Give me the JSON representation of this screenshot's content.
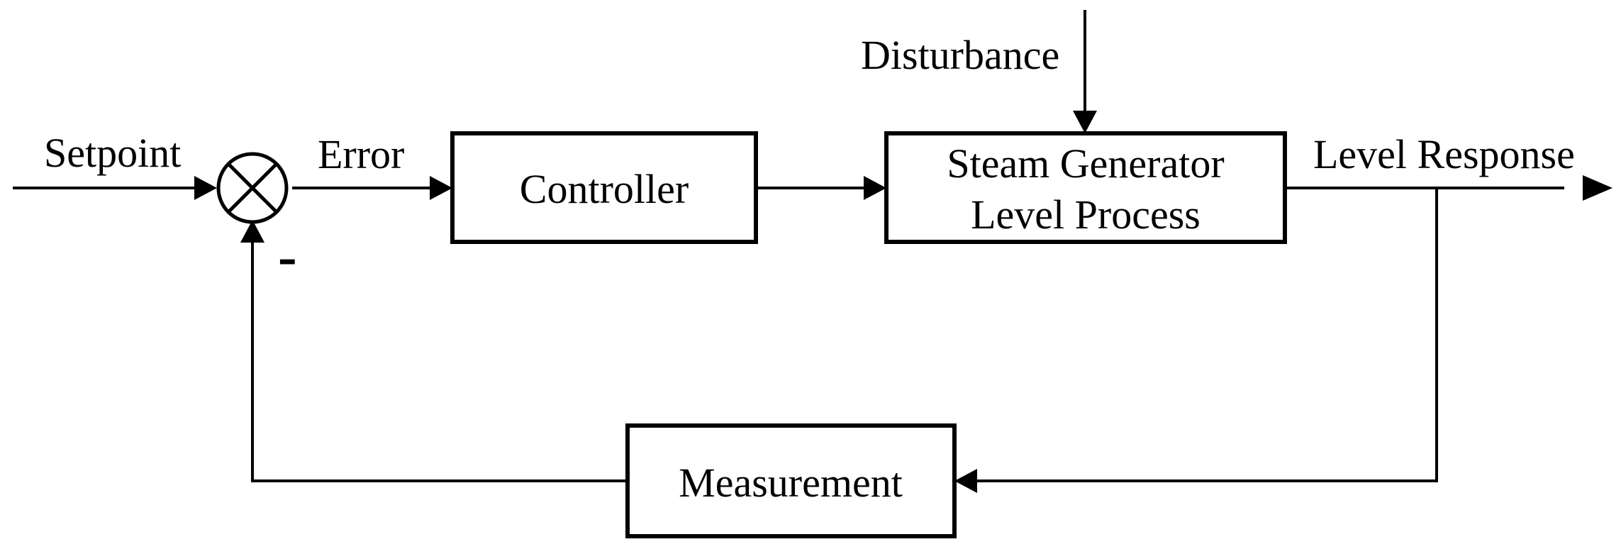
{
  "diagram": {
    "blocks": {
      "controller": "Controller",
      "process_line1": "Steam Generator",
      "process_line2": "Level Process",
      "measurement": "Measurement"
    },
    "signals": {
      "setpoint": "Setpoint",
      "error": "Error",
      "disturbance": "Disturbance",
      "level_response": "Level Response",
      "negative_sign": "-"
    },
    "colors": {
      "stroke": "#000000",
      "background": "#ffffff"
    }
  }
}
